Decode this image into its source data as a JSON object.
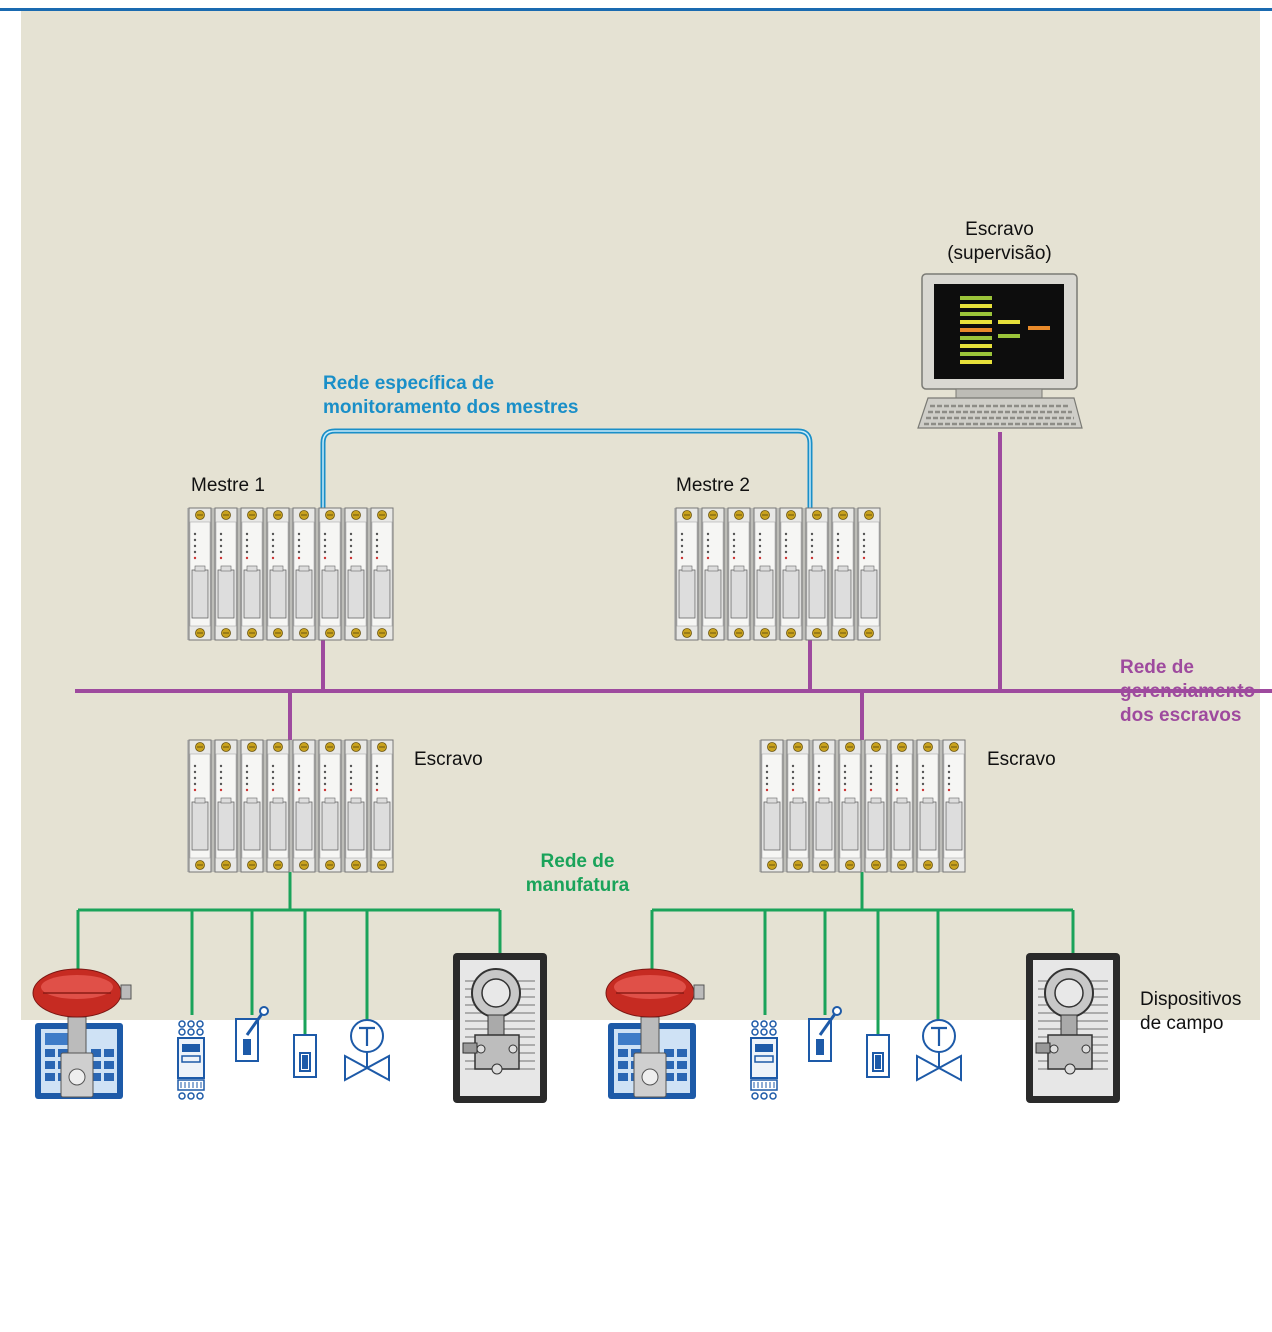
{
  "colors": {
    "background": "#e5e2d3",
    "top_rule": "#1a6ab0",
    "monitor_network": "#1a8fc8",
    "management_network": "#9e4a9e",
    "manufacturing_network": "#1aa35a"
  },
  "labels": {
    "supervisor_line1": "Escravo",
    "supervisor_line2": "(supervisão)",
    "monitor_net_line1": "Rede específica de",
    "monitor_net_line2": "monitoramento dos mestres",
    "master1": "Mestre 1",
    "master2": "Mestre 2",
    "mgmt_net_line1": "Rede de",
    "mgmt_net_line2": "gerenciamento",
    "mgmt_net_line3": "dos escravos",
    "slave_left": "Escravo",
    "slave_right": "Escravo",
    "manuf_net_line1": "Rede de",
    "manuf_net_line2": "manufatura",
    "field_line1": "Dispositivos",
    "field_line2": "de campo"
  },
  "icons": {
    "supervisor": "computer-workstation-icon",
    "controller": "plc-rack-icon",
    "actuator": "red-valve-actuator-icon",
    "io_module": "io-module-icon",
    "switch": "switch-icon",
    "sensor": "small-sensor-icon",
    "valve": "control-valve-icon",
    "transmitter": "pressure-transmitter-icon"
  }
}
